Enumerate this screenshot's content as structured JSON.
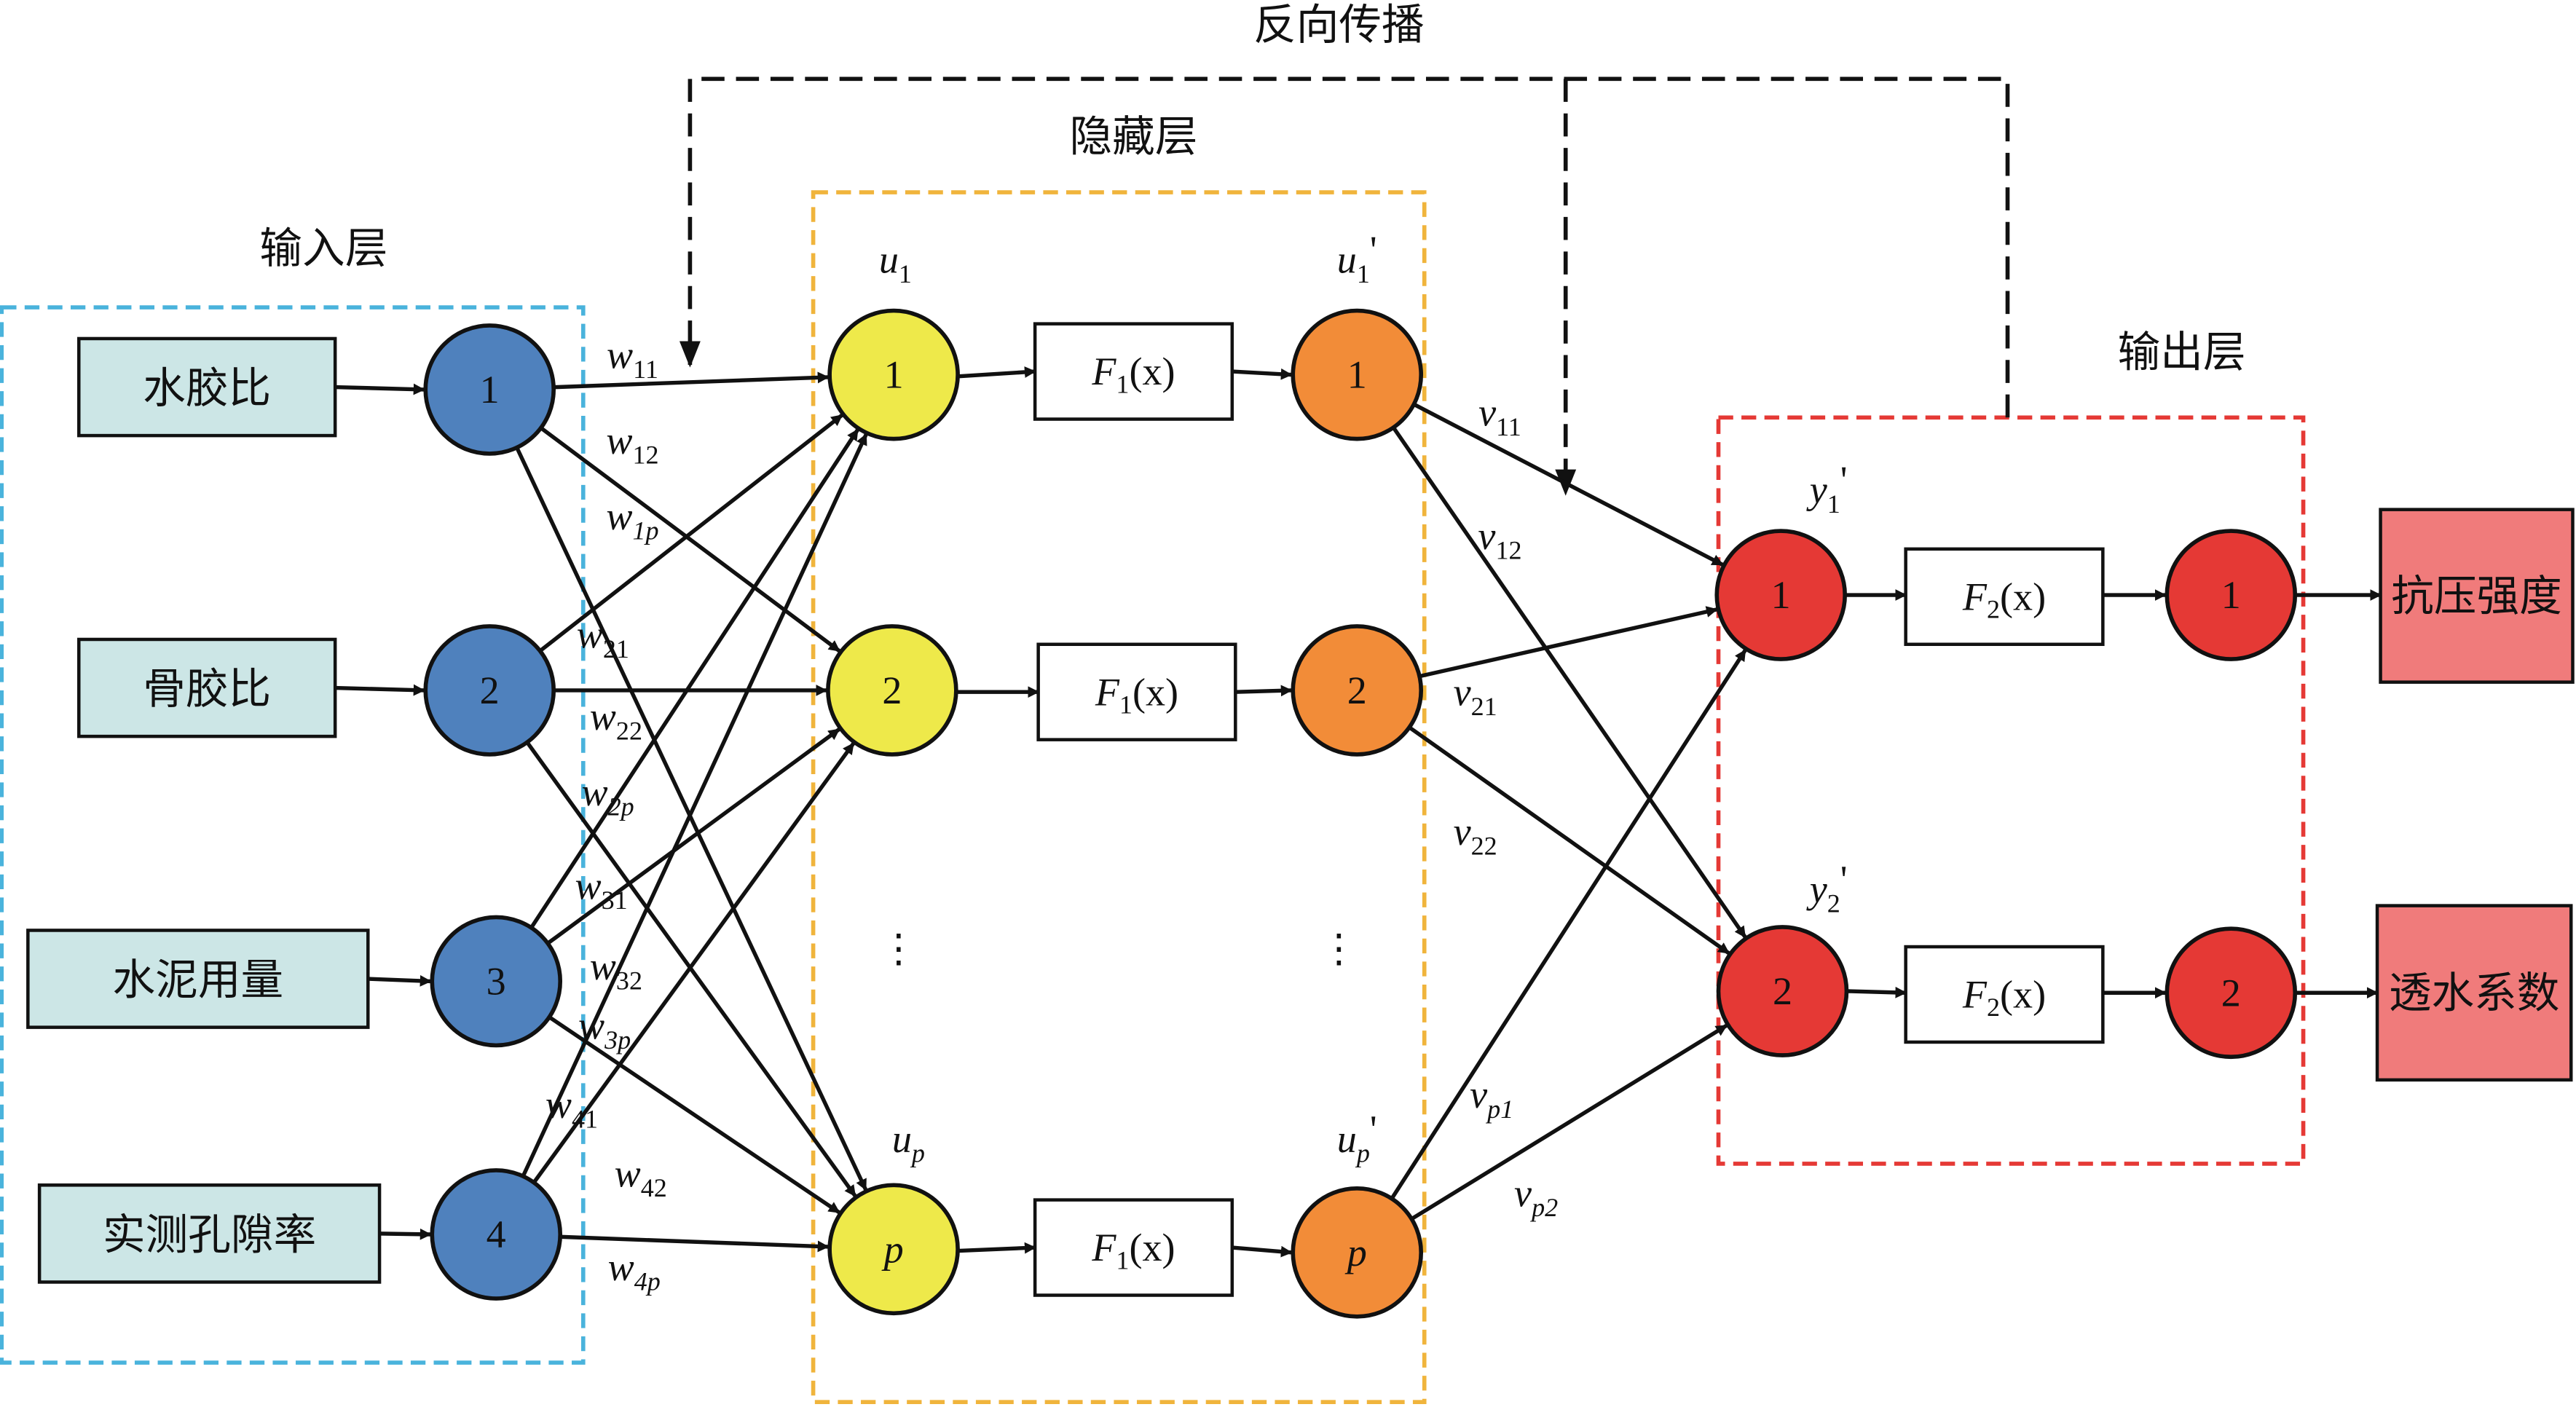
{
  "titles": {
    "backprop": "反向传播",
    "hidden": "隐藏层",
    "input": "输入层",
    "output": "输出层"
  },
  "inputs": [
    "水胶比",
    "骨胶比",
    "水泥用量",
    "实测孔隙率"
  ],
  "input_nodes": [
    "1",
    "2",
    "3",
    "4"
  ],
  "hidden_nodes": [
    "1",
    "2",
    "p"
  ],
  "hidden_out_nodes": [
    "1",
    "2",
    "p"
  ],
  "output_nodes": [
    "1",
    "2"
  ],
  "final_nodes": [
    "1",
    "2"
  ],
  "outputs": [
    "抗压强度",
    "透水系数"
  ],
  "hidden_fn": {
    "base": "F",
    "sub": "1",
    "arg": "(x)"
  },
  "output_fn": {
    "base": "F",
    "sub": "2",
    "arg": "(x)"
  },
  "hidden_labels": [
    {
      "base": "u",
      "sub": "1",
      "prime": ""
    },
    {
      "base": "u",
      "sub": "p",
      "prime": ""
    },
    {
      "base": "u",
      "sub": "1",
      "prime": "'"
    },
    {
      "base": "u",
      "sub": "p",
      "prime": "'"
    }
  ],
  "output_labels": [
    {
      "base": "y",
      "sub": "1",
      "prime": "'"
    },
    {
      "base": "y",
      "sub": "2",
      "prime": "'"
    }
  ],
  "ellipsis": "⋮",
  "w_labels": [
    "11",
    "12",
    "1p",
    "21",
    "22",
    "2p",
    "31",
    "32",
    "3p",
    "41",
    "42",
    "4p"
  ],
  "v_labels": [
    "11",
    "12",
    "21",
    "22",
    "p1",
    "p2"
  ],
  "colors": {
    "input_node": "#4f81bd",
    "hidden_node": "#eee94a",
    "hidden_out_node": "#f28c38",
    "output_node": "#e53935",
    "input_box": "#cce6e6",
    "output_box": "#f07b7b",
    "input_frame": "#4ab3dc",
    "hidden_frame": "#f0b43c",
    "output_frame": "#e53935"
  }
}
